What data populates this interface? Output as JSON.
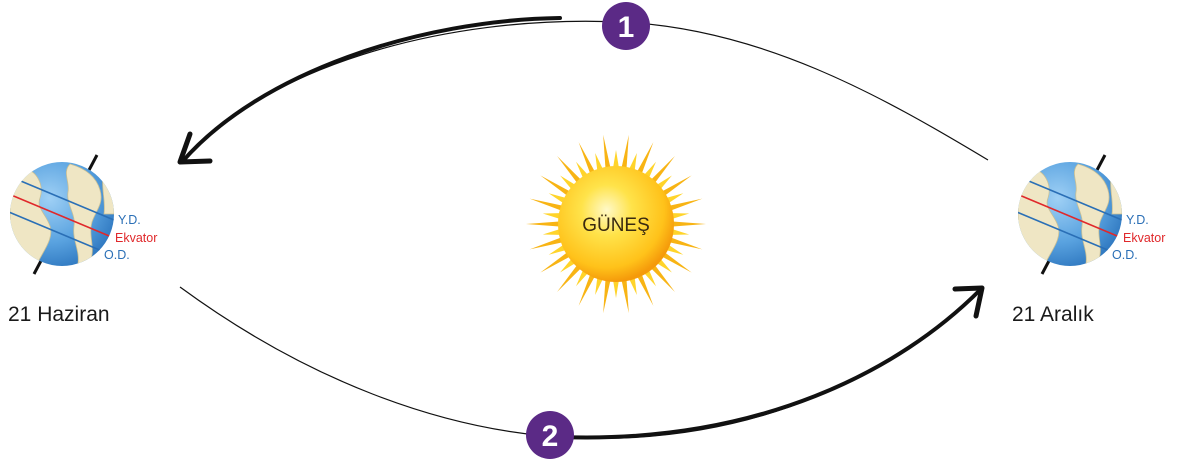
{
  "sun": {
    "label": "GÜNEŞ",
    "color_core": "#ffd21e",
    "color_edge": "#f59a0a"
  },
  "orbit_path_1": {
    "number": "1"
  },
  "orbit_path_2": {
    "number": "2"
  },
  "earth_left": {
    "date_label": "21 Haziran",
    "tropic_north_label": "Y.D.",
    "equator_label": "Ekvator",
    "tropic_south_label": "O.D."
  },
  "earth_right": {
    "date_label": "21 Aralık",
    "tropic_north_label": "Y.D.",
    "equator_label": "Ekvator",
    "tropic_south_label": "O.D."
  },
  "colors": {
    "badge": "#5b2a86",
    "tropic": "#2a6fb6",
    "equator": "#e0282b",
    "ocean": "#5aa3e0",
    "land": "#efe6c4",
    "axis": "#111111"
  }
}
